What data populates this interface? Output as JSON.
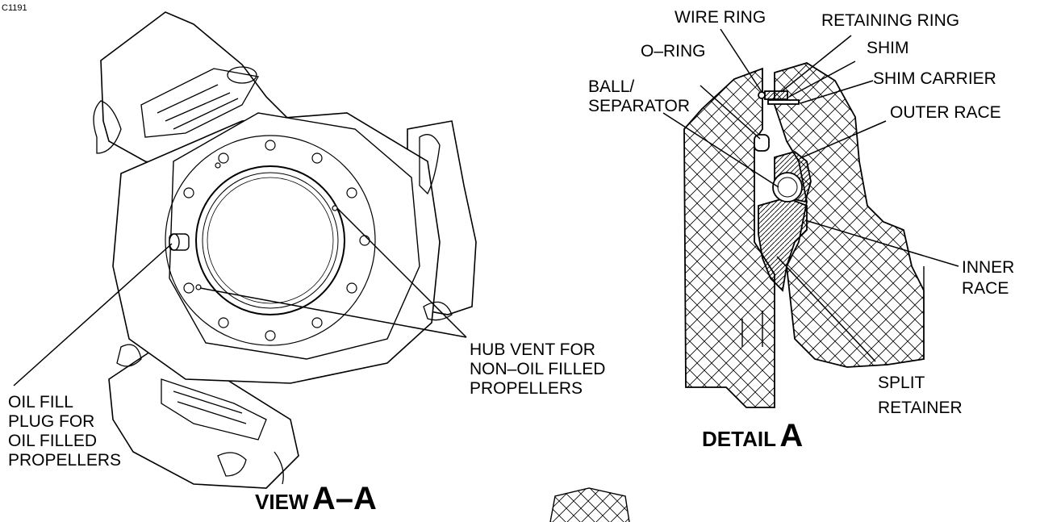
{
  "figure_code": "C1191",
  "view_title": {
    "prefix": "VIEW",
    "letter": "A–A"
  },
  "detail_title": {
    "prefix": "DETAIL",
    "letter": "A"
  },
  "left_labels": {
    "oil_fill": [
      "OIL FILL",
      "PLUG FOR",
      "OIL FILLED",
      "PROPELLERS"
    ],
    "hub_vent": [
      "HUB VENT FOR",
      "NON–OIL FILLED",
      "PROPELLERS"
    ]
  },
  "detail_labels": {
    "wire_ring": "WIRE RING",
    "retaining_ring": "RETAINING RING",
    "shim": "SHIM",
    "o_ring": "O–RING",
    "shim_carrier": "SHIM CARRIER",
    "ball_separator": [
      "BALL/",
      "SEPARATOR"
    ],
    "outer_race": "OUTER RACE",
    "inner_race": [
      "INNER",
      "RACE"
    ],
    "split_retainer": [
      "SPLIT",
      "RETAINER"
    ]
  },
  "colors": {
    "ink": "#000000",
    "paper": "#ffffff",
    "shade": "#d9d9d9"
  }
}
